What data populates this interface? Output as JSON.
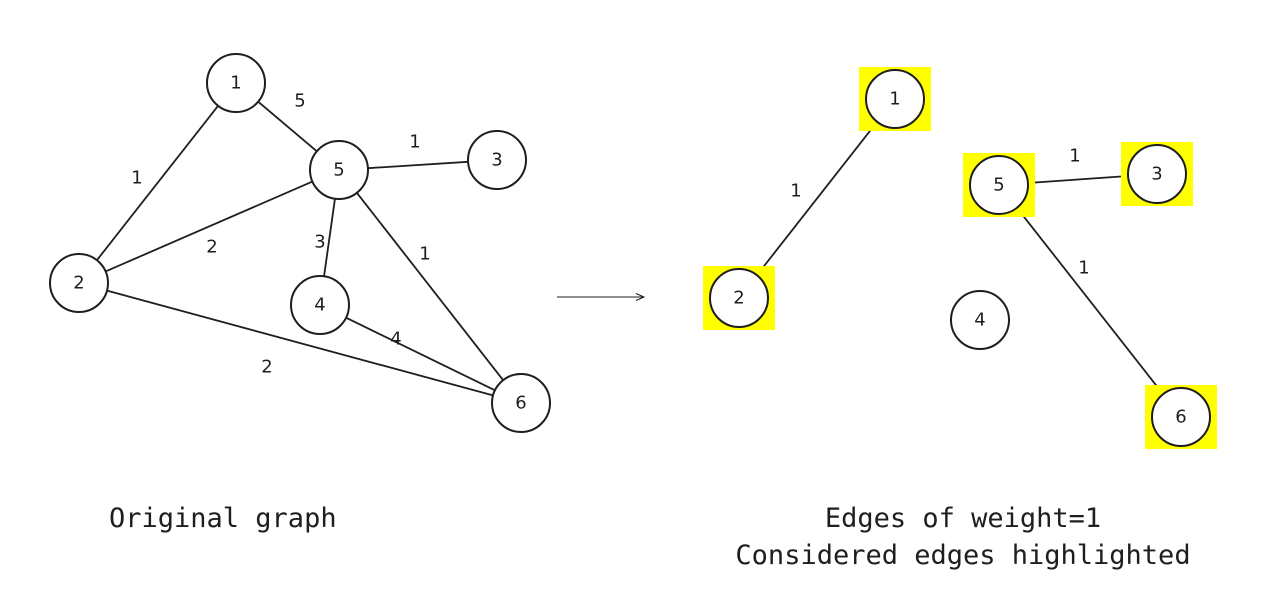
{
  "highlight_color": "#ffff00",
  "ink_color": "#1e1e1e",
  "original_graph": {
    "caption": "Original graph",
    "nodes": [
      "1",
      "2",
      "3",
      "4",
      "5",
      "6"
    ],
    "edges": [
      {
        "from": "1",
        "to": "5",
        "weight": "5"
      },
      {
        "from": "1",
        "to": "2",
        "weight": "1"
      },
      {
        "from": "5",
        "to": "3",
        "weight": "1"
      },
      {
        "from": "2",
        "to": "5",
        "weight": "2"
      },
      {
        "from": "5",
        "to": "4",
        "weight": "3"
      },
      {
        "from": "5",
        "to": "6",
        "weight": "1"
      },
      {
        "from": "4",
        "to": "6",
        "weight": "4"
      },
      {
        "from": "2",
        "to": "6",
        "weight": "2"
      }
    ]
  },
  "filtered_graph": {
    "caption_line1": "Edges of weight=1",
    "caption_line2": "Considered edges highlighted",
    "nodes": [
      {
        "id": "1",
        "highlighted": true
      },
      {
        "id": "2",
        "highlighted": true
      },
      {
        "id": "3",
        "highlighted": true
      },
      {
        "id": "4",
        "highlighted": false
      },
      {
        "id": "5",
        "highlighted": true
      },
      {
        "id": "6",
        "highlighted": true
      }
    ],
    "edges": [
      {
        "from": "1",
        "to": "2",
        "weight": "1"
      },
      {
        "from": "5",
        "to": "3",
        "weight": "1"
      },
      {
        "from": "5",
        "to": "6",
        "weight": "1"
      }
    ]
  }
}
